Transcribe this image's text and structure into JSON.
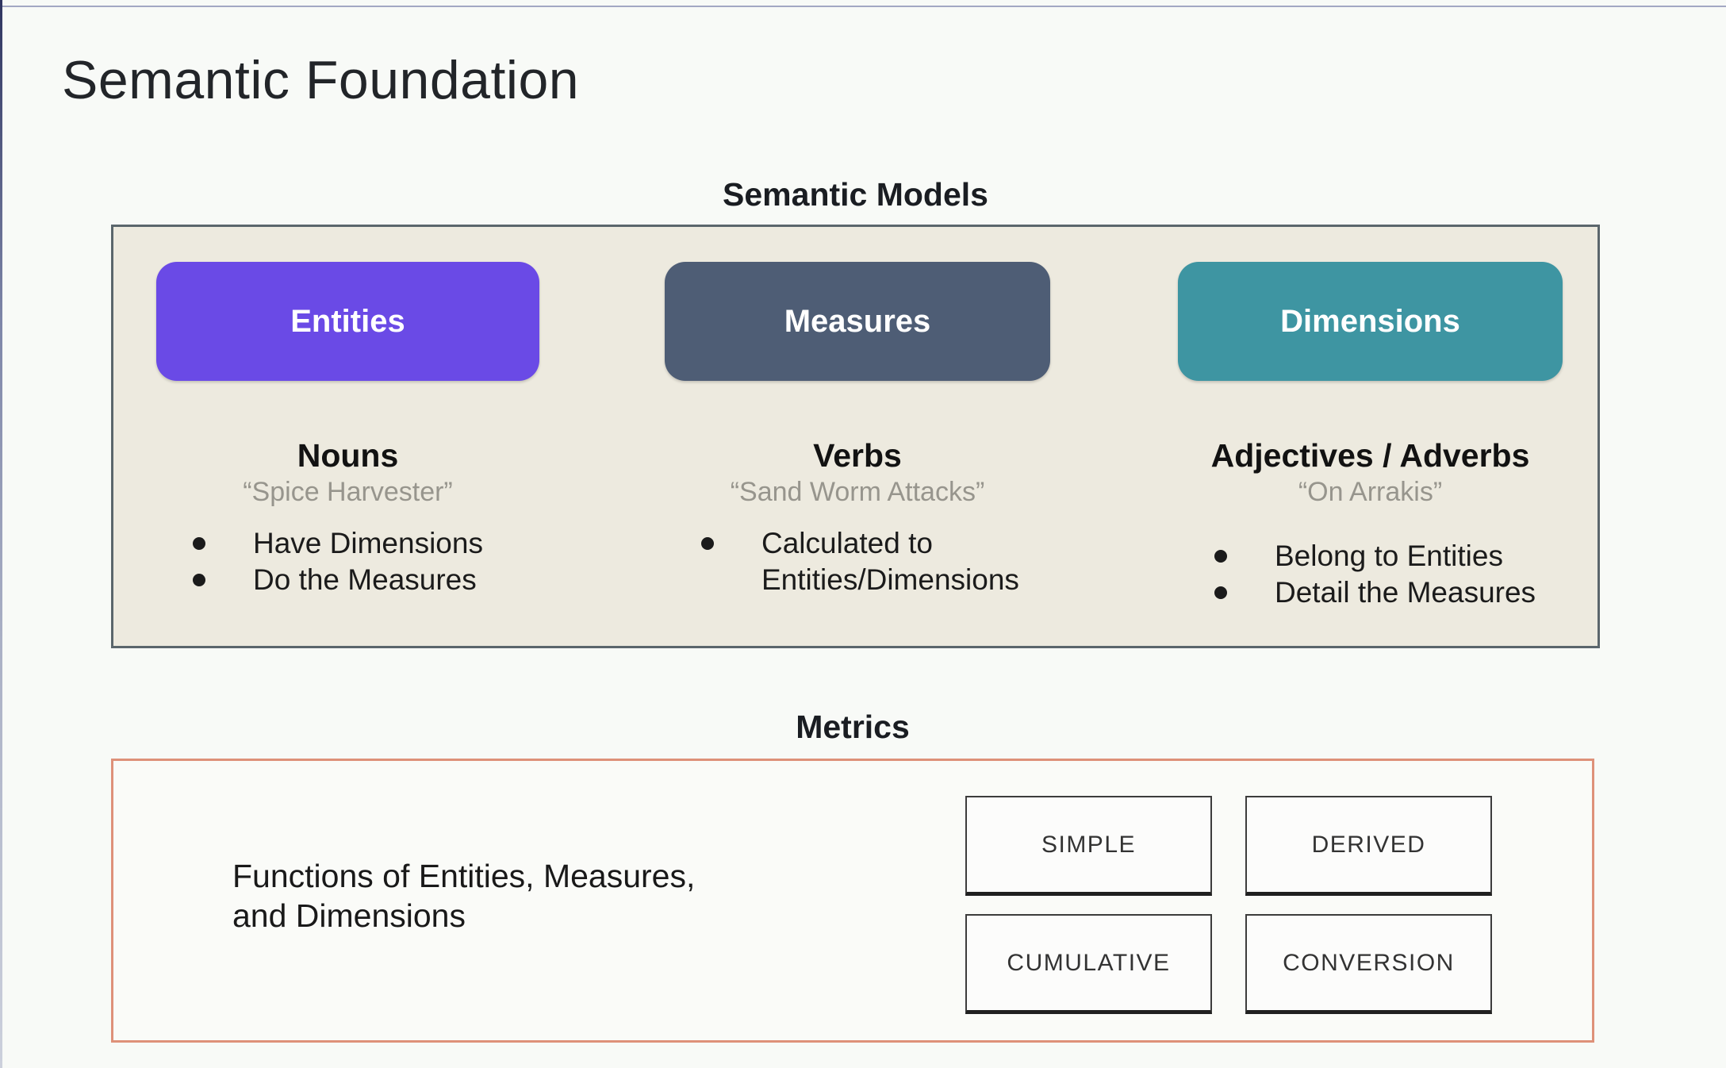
{
  "page": {
    "title": "Semantic Foundation"
  },
  "semantic_models": {
    "heading": "Semantic Models",
    "box_background": "#edeadf",
    "box_border_color": "#5b666c",
    "columns": [
      {
        "pill": "Entities",
        "pill_color": "#6a4ae6",
        "role": "Nouns",
        "quote": "“Spice Harvester”",
        "bullets": [
          "Have Dimensions",
          "Do the Measures"
        ]
      },
      {
        "pill": "Measures",
        "pill_color": "#4e5d75",
        "role": "Verbs",
        "quote": "“Sand Worm Attacks”",
        "bullets": [
          "Calculated to Entities/Dimensions"
        ]
      },
      {
        "pill": "Dimensions",
        "pill_color": "#3e95a2",
        "role": "Adjectives / Adverbs",
        "quote": "“On Arrakis”",
        "bullets": [
          "Belong to Entities",
          "Detail the Measures"
        ]
      }
    ]
  },
  "metrics": {
    "heading": "Metrics",
    "border_color": "#de9179",
    "description_lines": [
      "Functions of Entities, Measures,",
      "and Dimensions"
    ],
    "types": [
      "SIMPLE",
      "DERIVED",
      "CUMULATIVE",
      "CONVERSION"
    ]
  }
}
